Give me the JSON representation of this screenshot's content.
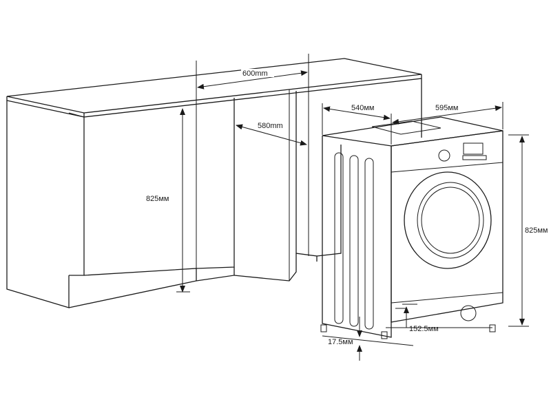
{
  "dimensions": {
    "niche_width": "600mm",
    "niche_depth": "580mm",
    "niche_height": "825мм",
    "machine_depth": "540мм",
    "machine_width": "595мм",
    "machine_height": "825мм",
    "plinth_height": "152.5мм",
    "feet_height": "17.5мм"
  },
  "colors": {
    "line": "#1a1a1a",
    "background": "#ffffff"
  }
}
